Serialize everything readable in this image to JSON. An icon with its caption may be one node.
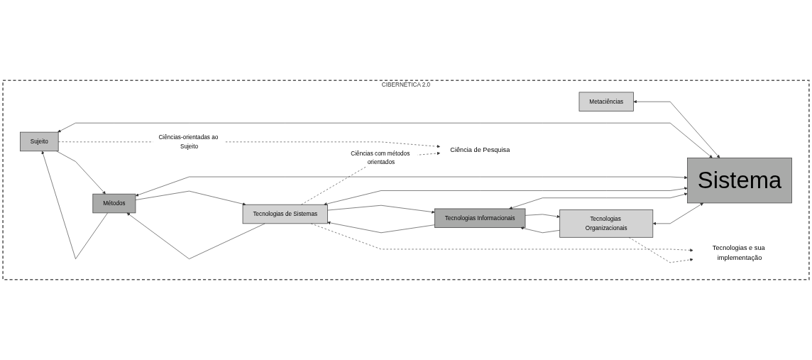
{
  "diagram": {
    "nodes": [
      {
        "text": [
          "CIBERNÉTICA 2.0"
        ]
      },
      {
        "text": [
          "Sistema"
        ],
        "in": 0
      },
      {
        "text": [
          "Metaciências"
        ],
        "in": 0
      },
      {
        "text": [
          "Sujeito"
        ],
        "in": 0
      },
      {
        "text": [
          "Métodos"
        ],
        "in": 0
      },
      {
        "text": [
          "Tecnologias de Sistemas"
        ],
        "in": 0
      },
      {
        "text": [
          "Tecnologias Informacionais"
        ],
        "in": 0
      },
      {
        "text": [
          "Tecnologias Organizacionais"
        ],
        "in": 0
      },
      {
        "text": [
          "Ciência de Pesquisa"
        ],
        "in": 0
      },
      {
        "text": [
          "Tecnologias e sua implementação"
        ],
        "in": 0
      }
    ],
    "edges": [
      {
        "from": 1,
        "to": 2,
        "arrow": "both"
      },
      {
        "from": 1,
        "to": 3,
        "arrow": "both"
      },
      {
        "from": 1,
        "to": 4,
        "arrow": "both"
      },
      {
        "from": 1,
        "to": 5,
        "arrow": "both"
      },
      {
        "from": 1,
        "to": 6,
        "arrow": "both"
      },
      {
        "from": 1,
        "to": 7,
        "arrow": "both"
      },
      {
        "from": 3,
        "to": 4,
        "arrow": "to"
      },
      {
        "from": 4,
        "to": 5,
        "arrow": "to"
      },
      {
        "from": 5,
        "to": 6,
        "arrow": "to"
      },
      {
        "from": 6,
        "to": 7,
        "arrow": "to"
      },
      {
        "from": 4,
        "to": 3,
        "arrow": "to"
      },
      {
        "from": 5,
        "to": 4,
        "arrow": "to"
      },
      {
        "from": 6,
        "to": 5,
        "arrow": "to"
      },
      {
        "from": 7,
        "to": 6,
        "arrow": "to"
      },
      {
        "from": 3,
        "to": 8,
        "arrow": "to",
        "style": "dashed",
        "label": "Ciências-orientadas ao Sujeito"
      },
      {
        "from": 5,
        "to": 8,
        "arrow": "to",
        "style": "dashed",
        "label": "Ciências com métodos orientados"
      },
      {
        "from": 5,
        "to": 9,
        "arrow": "to",
        "style": "dashed"
      },
      {
        "from": 7,
        "to": 9,
        "arrow": "to",
        "style": "dashed"
      }
    ]
  }
}
